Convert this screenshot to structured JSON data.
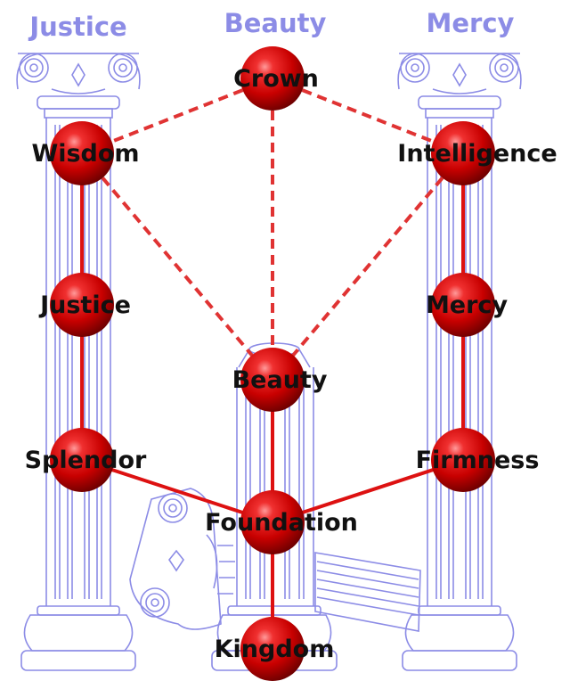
{
  "pillars": {
    "left_title": "Justice",
    "center_title": "Beauty",
    "right_title": "Mercy",
    "outline_color": "#8c8ce6"
  },
  "sephirot": {
    "crown": "Crown",
    "wisdom": "Wisdom",
    "intelligence": "Intelligence",
    "justice": "Justice",
    "mercy": "Mercy",
    "beauty": "Beauty",
    "splendor": "Splendor",
    "firmness": "Firmness",
    "foundation": "Foundation",
    "kingdom": "Kingdom"
  },
  "colors": {
    "sphere": "#cc0000",
    "solid_path": "#dd1111",
    "dashed_path": "#e03333",
    "label": "#111111"
  },
  "paths": {
    "dashed": [
      [
        "crown",
        "wisdom"
      ],
      [
        "crown",
        "intelligence"
      ],
      [
        "crown",
        "beauty"
      ],
      [
        "wisdom",
        "beauty"
      ],
      [
        "intelligence",
        "beauty"
      ]
    ],
    "solid": [
      [
        "wisdom",
        "justice"
      ],
      [
        "justice",
        "splendor"
      ],
      [
        "intelligence",
        "mercy"
      ],
      [
        "mercy",
        "firmness"
      ],
      [
        "beauty",
        "foundation"
      ],
      [
        "splendor",
        "foundation"
      ],
      [
        "firmness",
        "foundation"
      ],
      [
        "foundation",
        "kingdom"
      ]
    ]
  }
}
